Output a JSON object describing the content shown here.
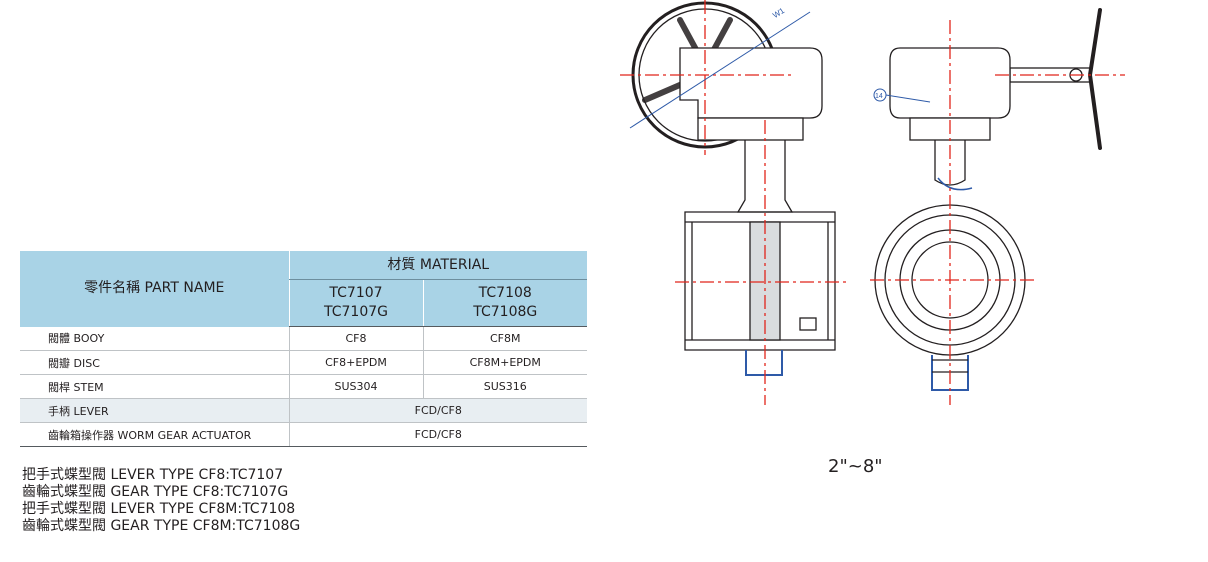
{
  "table": {
    "part_name_header": "零件名稱 PART NAME",
    "material_header": "材質 MATERIAL",
    "grade_a": [
      "TC7107",
      "TC7107G"
    ],
    "grade_b": [
      "TC7108",
      "TC7108G"
    ],
    "rows": [
      {
        "name": "閥體 BOOY",
        "a": "CF8",
        "b": "CF8M"
      },
      {
        "name": "閥瓣 DISC",
        "a": "CF8+EPDM",
        "b": "CF8M+EPDM"
      },
      {
        "name": "閥桿 STEM",
        "a": "SUS304",
        "b": "SUS316"
      },
      {
        "name": "手柄 LEVER",
        "both": "FCD/CF8"
      },
      {
        "name": "齒輪箱操作器 WORM GEAR ACTUATOR",
        "both": "FCD/CF8"
      }
    ]
  },
  "notes": [
    "把手式蝶型閥  LEVER TYPE CF8:TC7107",
    "齒輪式蝶型閥  GEAR TYPE CF8:TC7107G",
    "把手式蝶型閥  LEVER TYPE CF8M:TC7108",
    "齒輪式蝶型閥  GEAR TYPE CF8M:TC7108G"
  ],
  "drawing": {
    "size_range": "2\"~8\"",
    "label_w1": "W1",
    "label_14": "14"
  },
  "colors": {
    "header_bg": "#a9d3e6",
    "alt_row": "#e8eef2",
    "centerline": "#e1251b",
    "leader": "#2e5aa8"
  }
}
